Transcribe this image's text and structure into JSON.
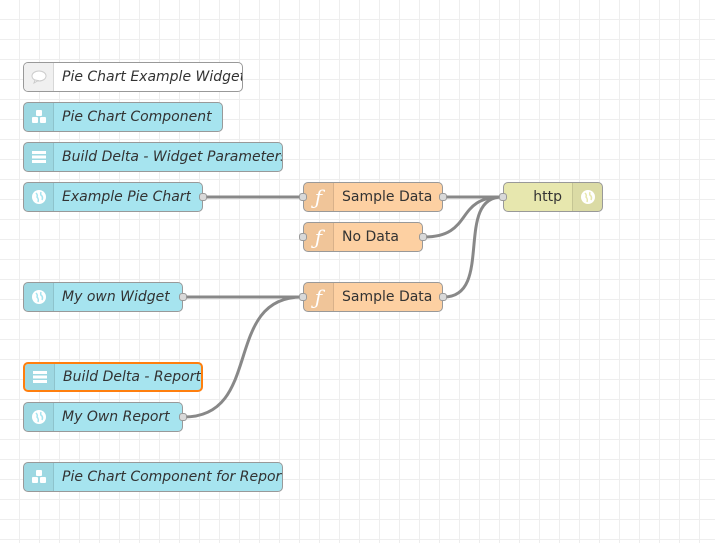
{
  "palette": {
    "widget": "#a6e4ef",
    "function": "#fdd0a2",
    "http": "#e7e7ae",
    "comment": "#ffffff",
    "wire": "#888888",
    "selected_border": "#ff7f0e"
  },
  "nodes": {
    "comment": {
      "label": "Pie Chart Example Widget",
      "icon": "comment-icon"
    },
    "component": {
      "label": "Pie Chart Component",
      "icon": "cubes-icon"
    },
    "widget_params": {
      "label": "Build Delta - Widget Parameters",
      "icon": "list-icon"
    },
    "example_pie": {
      "label": "Example Pie Chart",
      "icon": "globe-icon"
    },
    "sample_data_1": {
      "label": "Sample Data",
      "icon": "function-icon"
    },
    "no_data": {
      "label": "No Data",
      "icon": "function-icon"
    },
    "http": {
      "label": "http",
      "icon": "globe-icon"
    },
    "my_widget": {
      "label": "My own Widget",
      "icon": "globe-icon"
    },
    "sample_data_2": {
      "label": "Sample Data",
      "icon": "function-icon"
    },
    "report": {
      "label": "Build Delta - Report",
      "icon": "list-icon"
    },
    "my_report": {
      "label": "My Own Report",
      "icon": "globe-icon"
    },
    "component_report": {
      "label": "Pie Chart Component for Report",
      "icon": "cubes-icon"
    }
  }
}
